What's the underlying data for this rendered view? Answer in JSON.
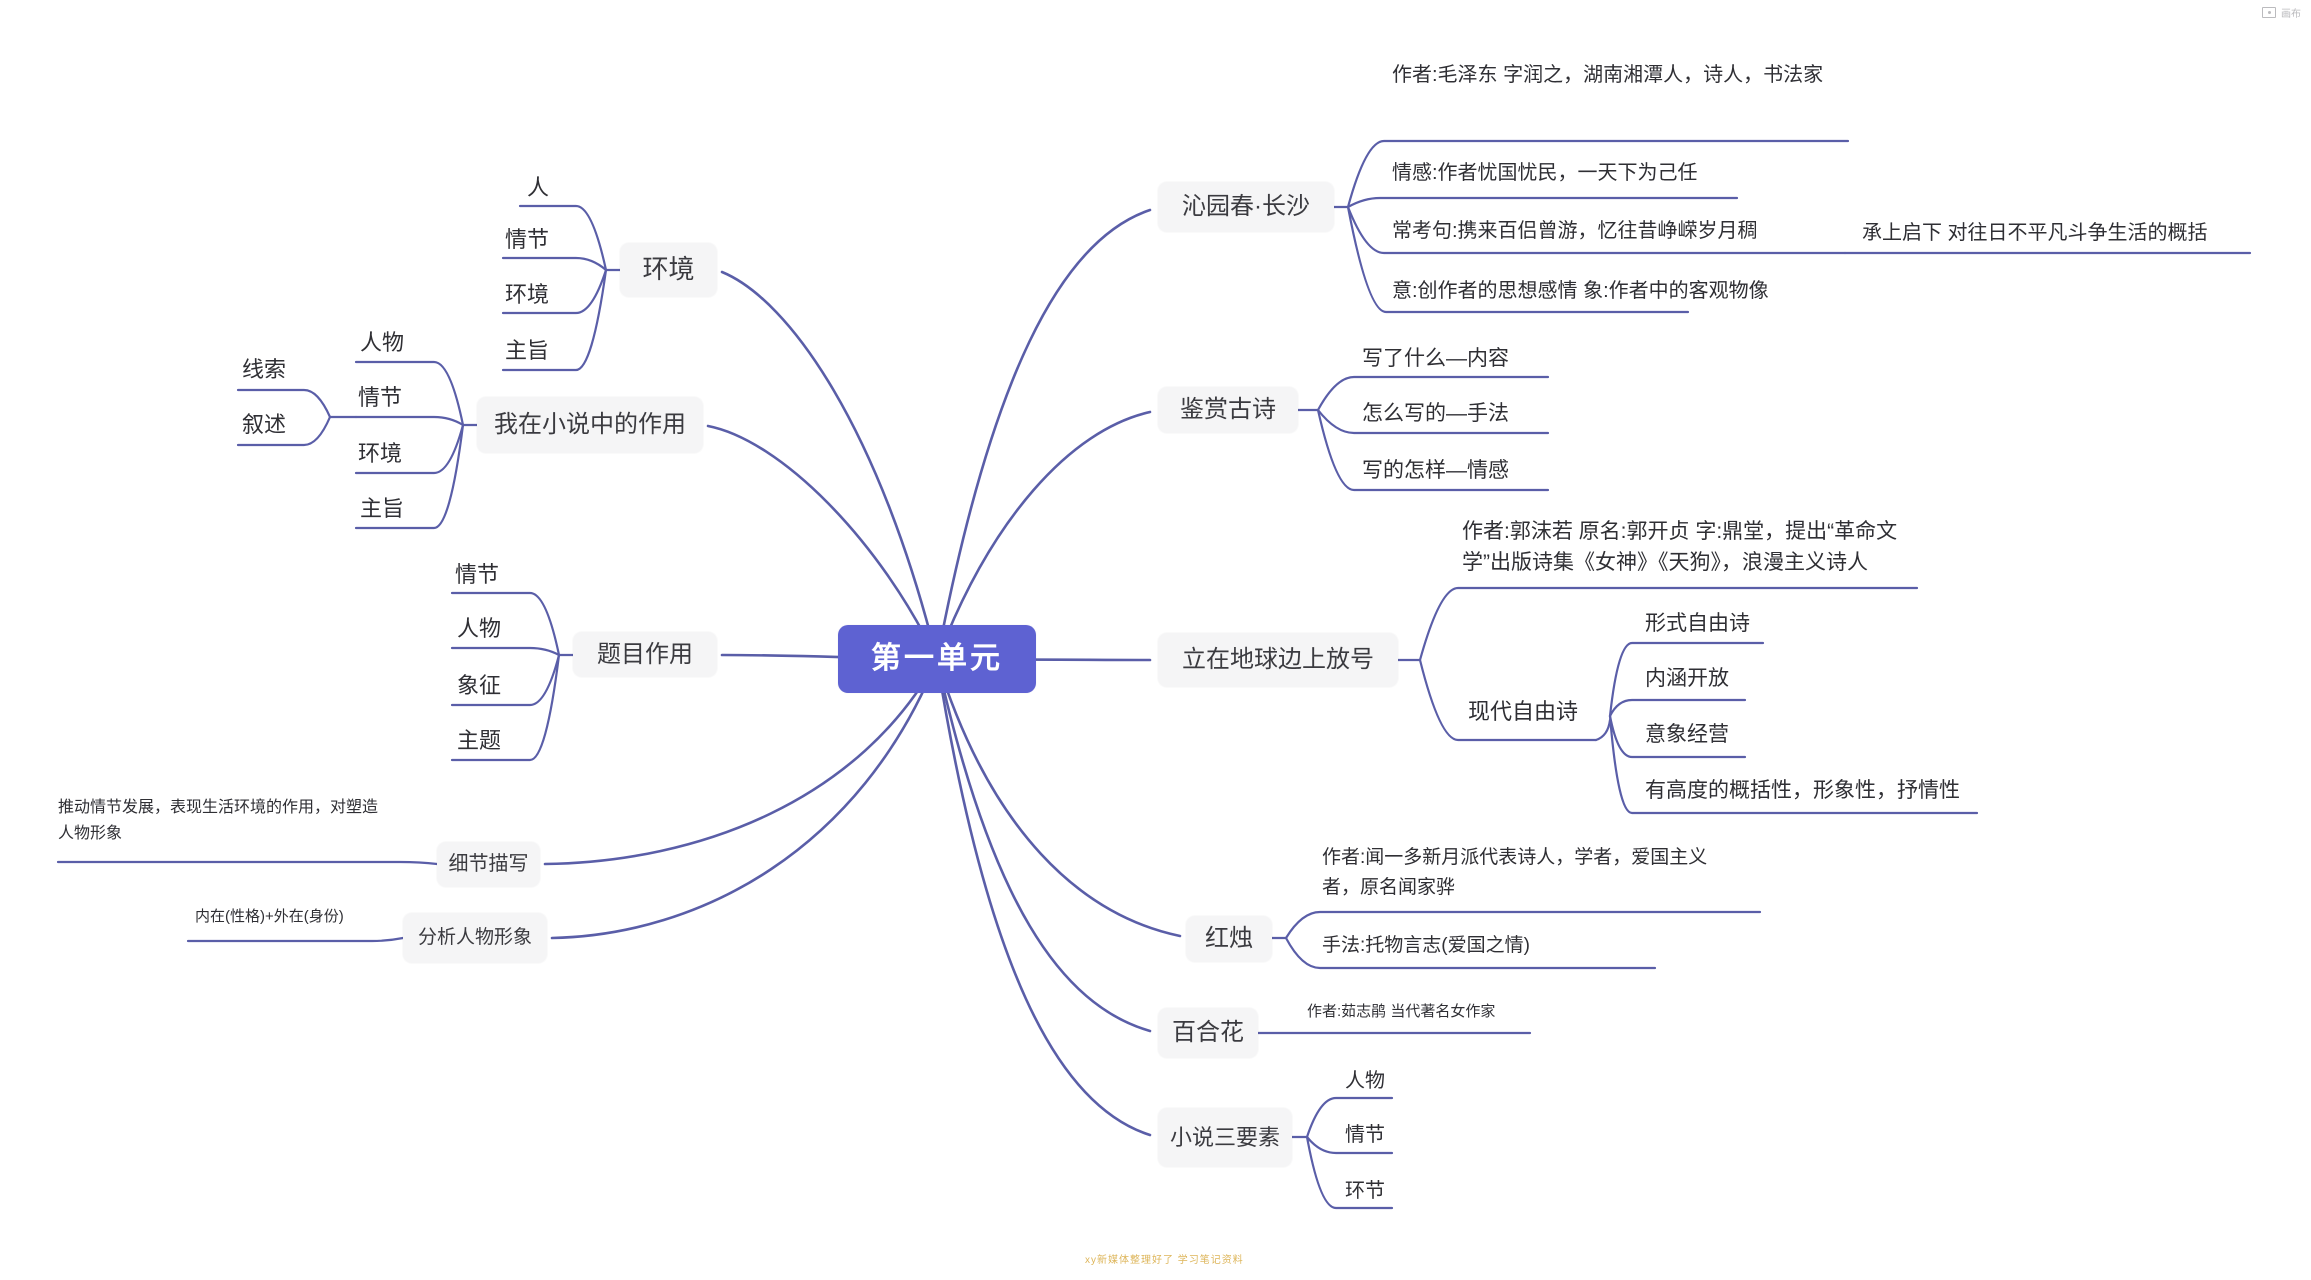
{
  "app": {
    "corner_label": "画布",
    "watermark": "xy新媒体整理好了 学习笔记资料"
  },
  "colors": {
    "accent": "#5e62d2",
    "line": "#5a5ea8",
    "node_bg": "#f5f5f6",
    "node_text": "#3b3b40",
    "leaf_text": "#2f2f34",
    "watermark": "#d8a93e"
  },
  "center": {
    "label": "第一单元"
  },
  "right_branches": [
    {
      "label": "沁园春·长沙",
      "children": [
        {
          "text": "作者:毛泽东 字润之，湖南湘潭人，诗人，书法家"
        },
        {
          "text": "情感:作者忧国忧民，一天下为己任"
        },
        {
          "text": "常考句:携来百侣曾游，忆往昔峥嵘岁月稠",
          "children": [
            {
              "text": "承上启下 对往日不平凡斗争生活的概括"
            }
          ]
        },
        {
          "text": "意:创作者的思想感情 象:作者中的客观物像"
        }
      ]
    },
    {
      "label": "鉴赏古诗",
      "children": [
        {
          "text": "写了什么—内容"
        },
        {
          "text": "怎么写的—手法"
        },
        {
          "text": "写的怎样—情感"
        }
      ]
    },
    {
      "label": "立在地球边上放号",
      "children": [
        {
          "text": "作者:郭沫若 原名:郭开贞 字:鼎堂，提出“革命文学”出版诗集《女神》《天狗》，浪漫主义诗人"
        },
        {
          "text": "现代自由诗",
          "children": [
            {
              "text": "形式自由诗"
            },
            {
              "text": "内涵开放"
            },
            {
              "text": "意象经营"
            },
            {
              "text": "有高度的概括性，形象性，抒情性"
            }
          ]
        }
      ]
    },
    {
      "label": "红烛",
      "children": [
        {
          "text": "作者:闻一多新月派代表诗人，学者，爱国主义者，原名闻家骅"
        },
        {
          "text": "手法:托物言志(爱国之情)"
        }
      ]
    },
    {
      "label": "百合花",
      "children": [
        {
          "text": "作者:茹志鹃 当代著名女作家"
        }
      ]
    },
    {
      "label": "小说三要素",
      "children": [
        {
          "text": "人物"
        },
        {
          "text": "情节"
        },
        {
          "text": "环节"
        }
      ]
    }
  ],
  "left_branches": [
    {
      "label": "环境",
      "children": [
        {
          "text": "人"
        },
        {
          "text": "情节"
        },
        {
          "text": "环境"
        },
        {
          "text": "主旨"
        }
      ]
    },
    {
      "label": "我在小说中的作用",
      "children": [
        {
          "text": "人物"
        },
        {
          "text": "情节",
          "children": [
            {
              "text": "线索"
            },
            {
              "text": "叙述"
            }
          ]
        },
        {
          "text": "环境"
        },
        {
          "text": "主旨"
        }
      ]
    },
    {
      "label": "题目作用",
      "children": [
        {
          "text": "情节"
        },
        {
          "text": "人物"
        },
        {
          "text": "象征"
        },
        {
          "text": "主题"
        }
      ]
    },
    {
      "label": "细节描写",
      "children": [
        {
          "text": "推动情节发展，表现生活环境的作用，对塑造人物形象"
        }
      ]
    },
    {
      "label": "分析人物形象",
      "children": [
        {
          "text": "内在(性格)+外在(身份)"
        }
      ]
    }
  ]
}
